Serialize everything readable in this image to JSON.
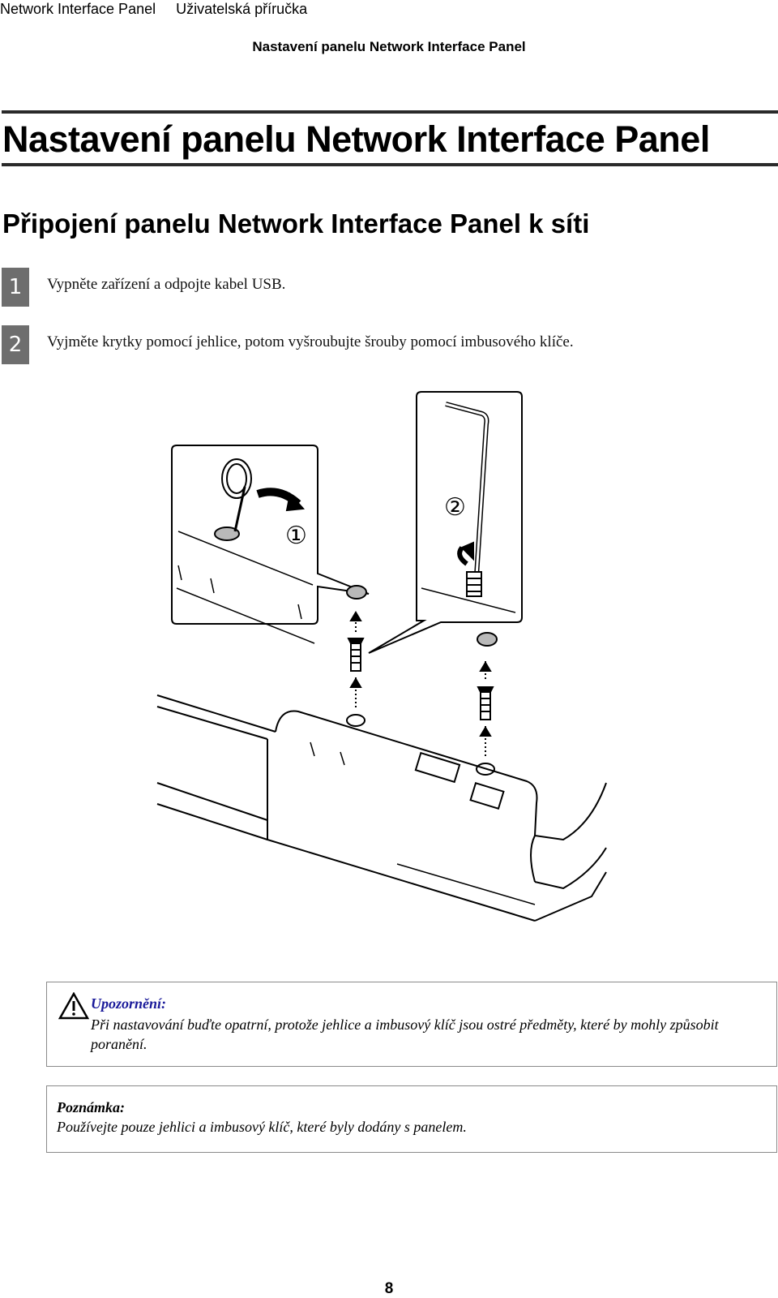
{
  "header": {
    "product": "Network Interface Panel",
    "manual": "Uživatelská příručka",
    "section": "Nastavení panelu Network Interface Panel"
  },
  "title": "Nastavení panelu Network Interface Panel",
  "subtitle": "Připojení panelu Network Interface Panel k síti",
  "steps": [
    {
      "num": "1",
      "text": "Vypněte zařízení a odpojte kabel USB."
    },
    {
      "num": "2",
      "text": "Vyjměte krytky pomocí jehlice, potom vyšroubujte šrouby pomocí imbusového klíče."
    }
  ],
  "figure": {
    "callout_1": "①",
    "callout_2": "②",
    "icon": "warning-triangle-icon"
  },
  "caution": {
    "title": "Upozornění:",
    "text": "Při nastavování buďte opatrní, protože jehlice a imbusový klíč jsou ostré předměty, které by mohly způsobit poranění."
  },
  "note": {
    "title": "Poznámka:",
    "text": "Používejte pouze jehlici a imbusový klíč, které byly dodány s panelem."
  },
  "page_number": "8",
  "colors": {
    "step_badge": "#6e6e6e",
    "caution_title": "#1a1a9a",
    "rule": "#2a2a2a",
    "box_border": "#8a8a8a"
  }
}
